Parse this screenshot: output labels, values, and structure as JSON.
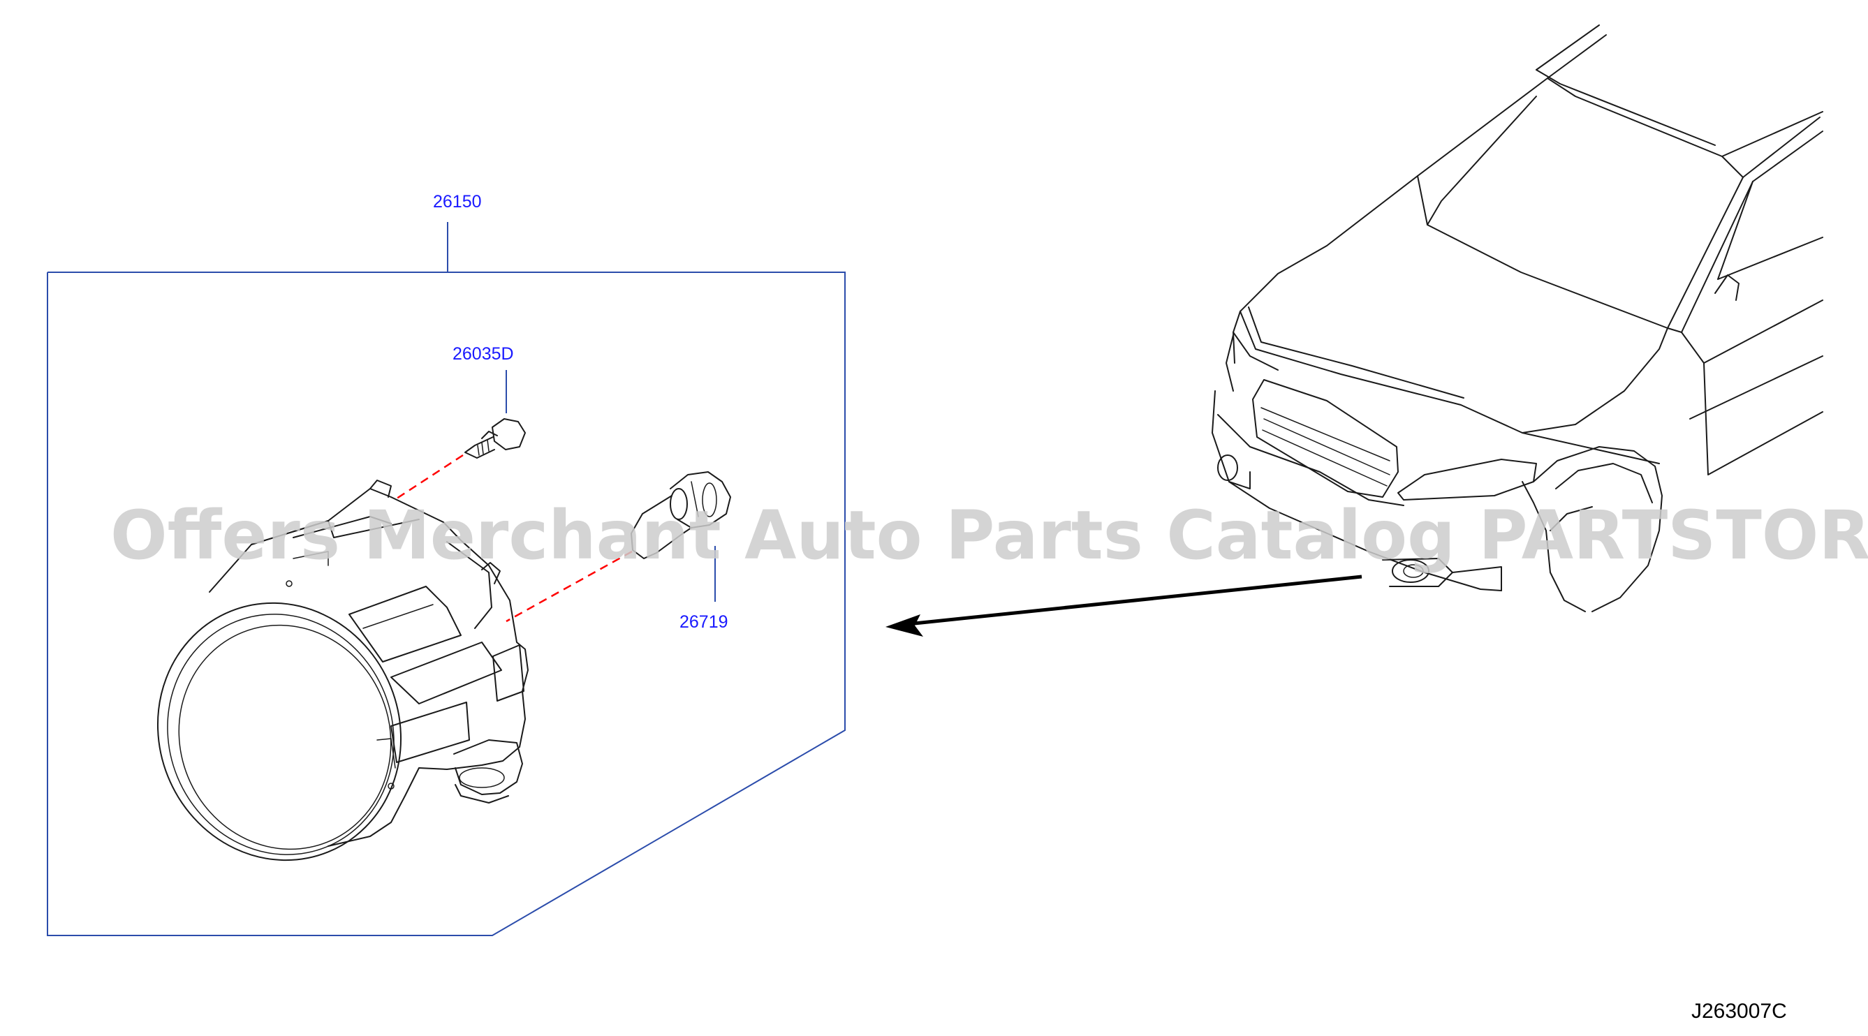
{
  "callouts": {
    "assembly": "26150",
    "screw": "26035D",
    "bulb": "26719"
  },
  "diagram_code": "J263007C",
  "watermark": "Offers Merchant Auto Parts Catalog PARTSTORE.SA",
  "colors": {
    "callout_text": "#1a1aff",
    "frame_line": "#2b4cab",
    "alignment_dash": "#ff0000",
    "line_art": "#1a1a1a",
    "watermark": "#cccccc"
  }
}
